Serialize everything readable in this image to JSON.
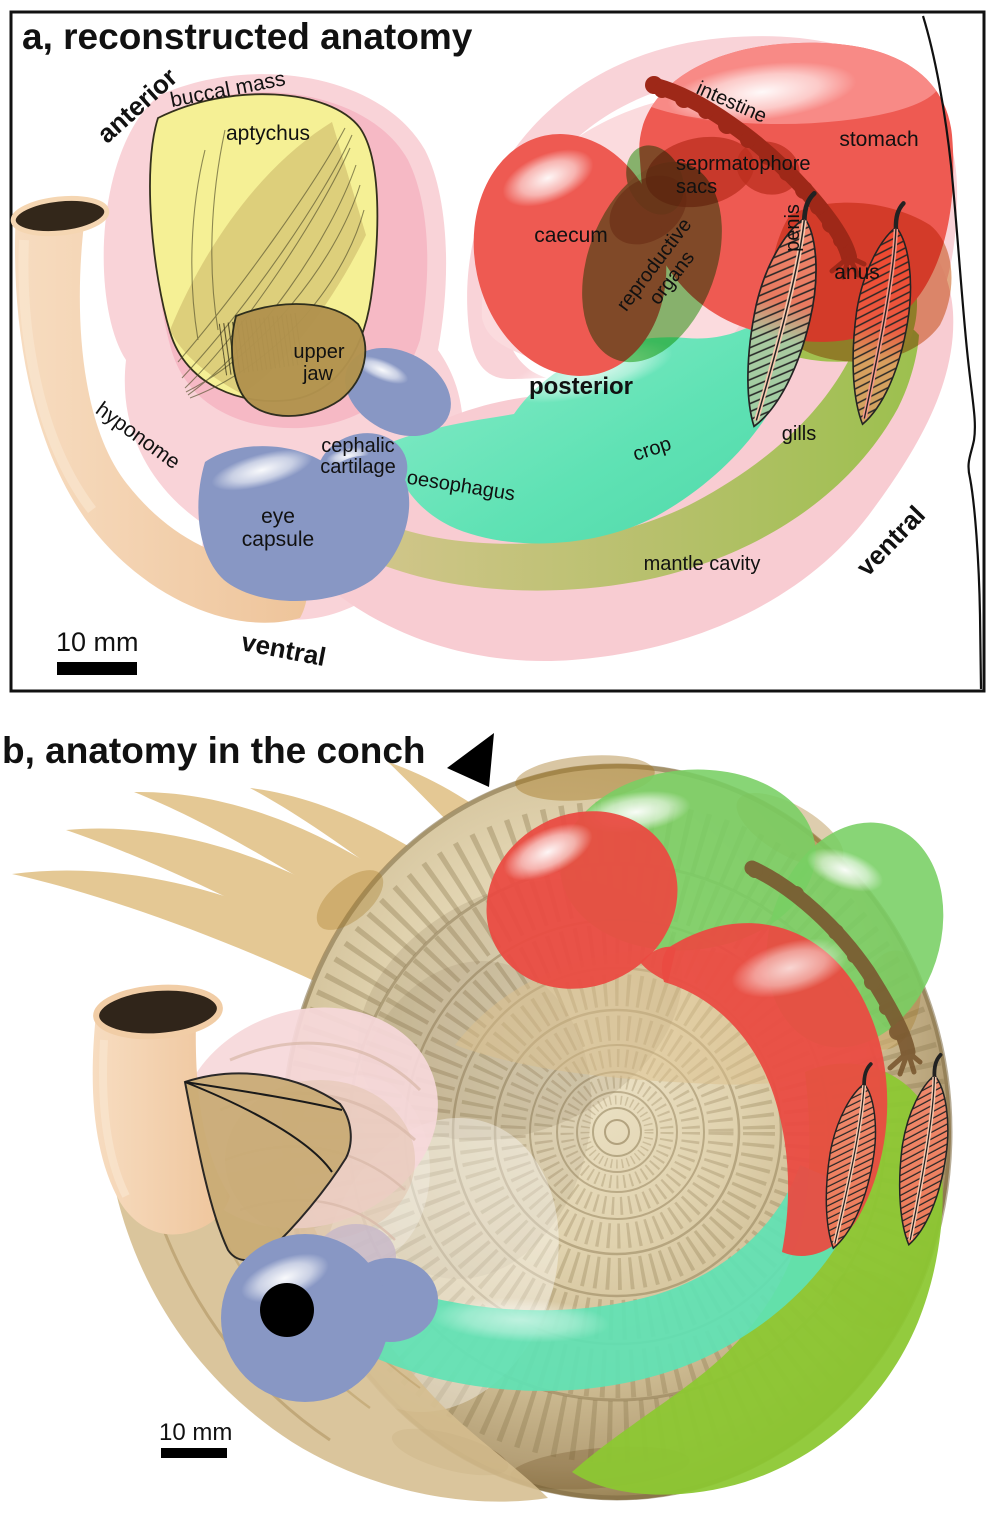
{
  "palette": {
    "body_pink_outer": "#f9d3d8",
    "body_pink_inner": "#f6b9c5",
    "halo_pink": "#fbdbde",
    "corridor_pink": "#f8ccd2",
    "buccal_yellow": "#f5f095",
    "jaw_brown": "#b2934e",
    "hyponome_peach": "#f3cda5",
    "cartilage_blue": "#8897c4",
    "oesophagus_teal": "#62e2b5",
    "mantle_olive": "#a6c155",
    "mantle_green": "#8cc832",
    "organ_red": "#ee5a52",
    "intestine_maroon": "#9e2818",
    "intestine_brown": "#7a5830",
    "reproductive_green": "#7cc96e",
    "spermatophore_tan": "#c9825e",
    "gill_salmon": "#ef8668",
    "fossil_beige": "#d9caa5",
    "tentacle_tan": "#e4c894"
  },
  "panel_a": {
    "title": "a, reconstructed anatomy",
    "scale_bar_label": "10 mm",
    "orientation_labels": {
      "anterior": "anterior",
      "posterior": "posterior",
      "ventral_bottom": "ventral",
      "ventral_right": "ventral"
    },
    "organ_labels": {
      "buccal_mass": "buccal mass",
      "aptychus": "aptychus",
      "upper_jaw_line1": "upper",
      "upper_jaw_line2": "jaw",
      "hyponome": "hyponome",
      "cephalic_cartilage_line1": "cephalic",
      "cephalic_cartilage_line2": "cartilage",
      "oesophagus": "oesophagus",
      "eye_capsule_line1": "eye",
      "eye_capsule_line2": "capsule",
      "crop": "crop",
      "mantle_cavity": "mantle cavity",
      "gills": "gills",
      "caecum": "caecum",
      "reproductive_organs_line1": "reproductive",
      "reproductive_organs_line2": "organs",
      "spermatophore_sacs_line1": "seprmatophore",
      "spermatophore_sacs_line2": "sacs",
      "intestine": "intestine",
      "stomach": "stomach",
      "penis": "penis",
      "anus": "anus"
    }
  },
  "panel_b": {
    "title": "b, anatomy in the conch",
    "scale_bar_label": "10 mm"
  }
}
